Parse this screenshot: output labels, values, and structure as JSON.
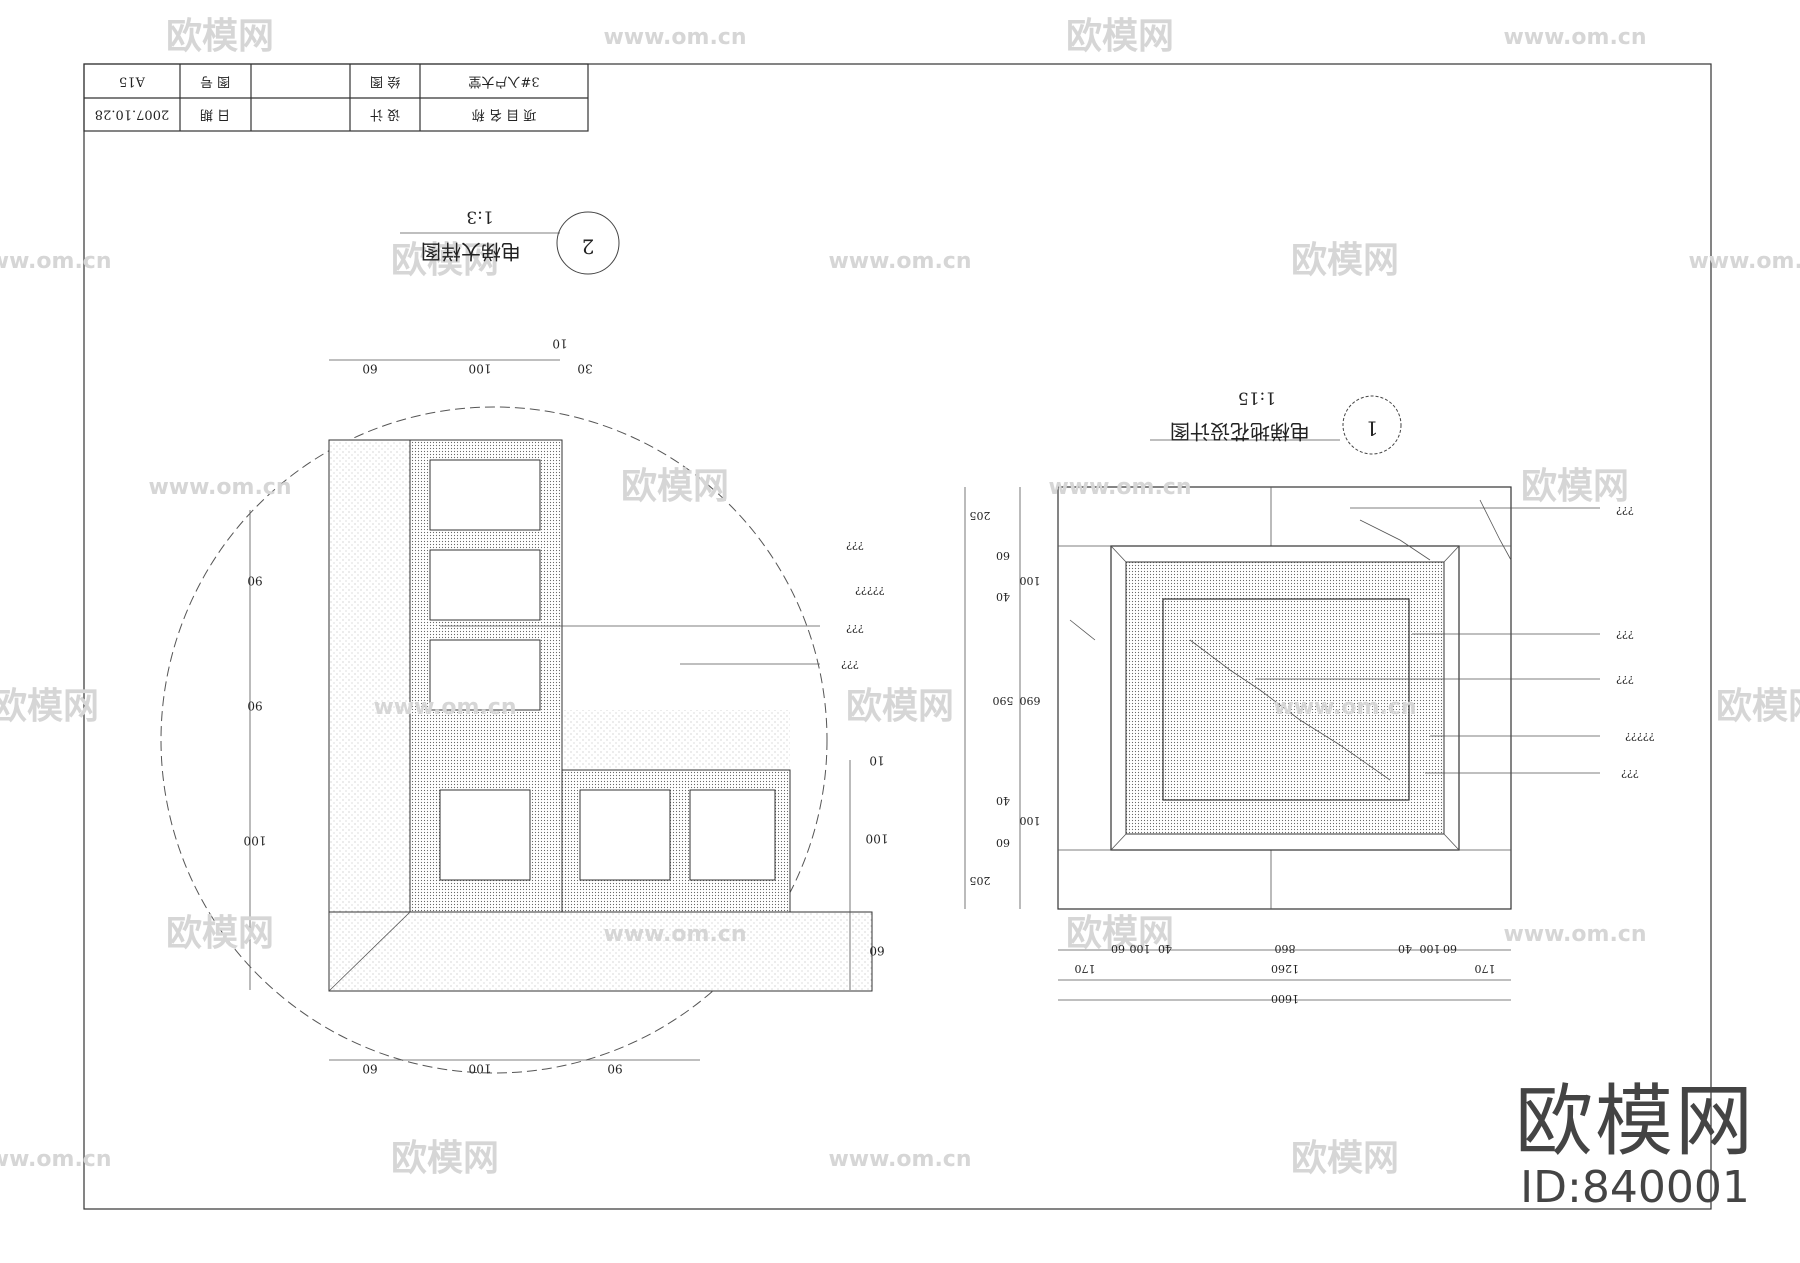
{
  "title_block": {
    "row1": [
      "A15",
      "图 号",
      "",
      "绘 图",
      "3#入户大堂"
    ],
    "row2": [
      "2007.10.28",
      "日 期",
      "",
      "设 计",
      "项 目 名 称"
    ]
  },
  "drawing1": {
    "number": "1",
    "title": "电梯地花设计图",
    "scale": "1:15",
    "dims_bottom": [
      "170",
      "1260",
      "170",
      "1600",
      "60",
      "100",
      "40",
      "860",
      "40",
      "100",
      "60"
    ],
    "dims_left": [
      "205",
      "60",
      "100",
      "40",
      "690",
      "590",
      "40",
      "100",
      "60",
      "205"
    ],
    "leader_labels": [
      "???",
      "???",
      "???",
      "?????",
      "???"
    ]
  },
  "drawing2": {
    "number": "2",
    "title": "电梯大样图",
    "scale": "1:3",
    "dims_top": [
      "60",
      "100",
      "30",
      "10"
    ],
    "dims_bottom": [
      "60",
      "100",
      "90"
    ],
    "dims_right": [
      "100",
      "60",
      "10"
    ],
    "dims_left": [
      "90",
      "90",
      "100"
    ],
    "leader_labels": [
      "???",
      "?????",
      "???",
      "???"
    ]
  },
  "watermark": {
    "brand": "欧模网",
    "url": "www.om.cn"
  },
  "logo": {
    "brand": "欧模网",
    "id": "ID:840001"
  }
}
